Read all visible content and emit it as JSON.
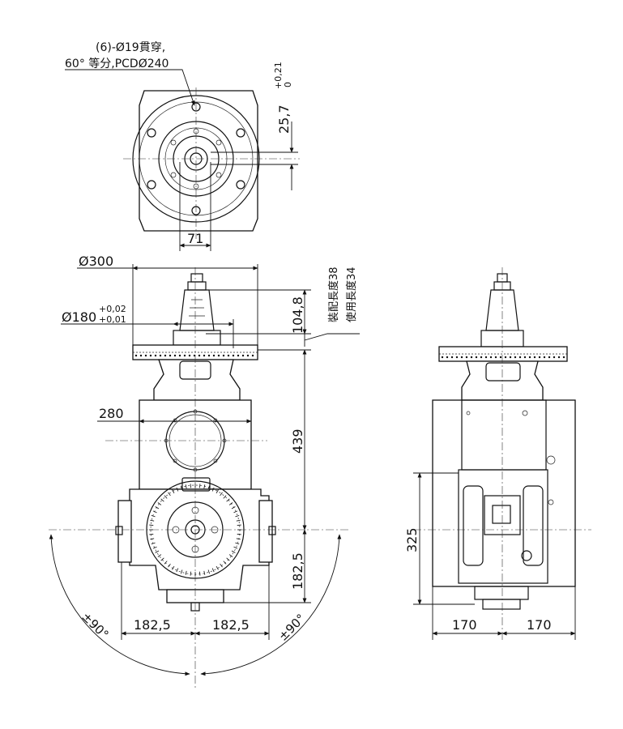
{
  "top_view": {
    "hole_note_line1": "(6)-Ø19貫穿,",
    "hole_note_line2": "60° 等分,PCDØ240",
    "dim_offset": "25,7",
    "dim_offset_tol_upper": "+0,21",
    "dim_offset_tol_lower": "0",
    "dim_71": "71"
  },
  "front_view": {
    "dim_dia300": "Ø300",
    "dim_dia180": "Ø180",
    "dim_dia180_tol_upper": "+0,02",
    "dim_dia180_tol_lower": "+0,01",
    "dim_104_8": "104,8",
    "assembly_length": "裝配長度38",
    "usable_length": "使用長度34",
    "dim_280": "280",
    "dim_439": "439",
    "dim_182_5_vertical": "182,5",
    "dim_182_5_left": "182,5",
    "dim_182_5_right": "182,5",
    "angle_left": "±90°",
    "angle_right": "±90°"
  },
  "side_view": {
    "dim_325": "325",
    "dim_170_left": "170",
    "dim_170_right": "170"
  }
}
